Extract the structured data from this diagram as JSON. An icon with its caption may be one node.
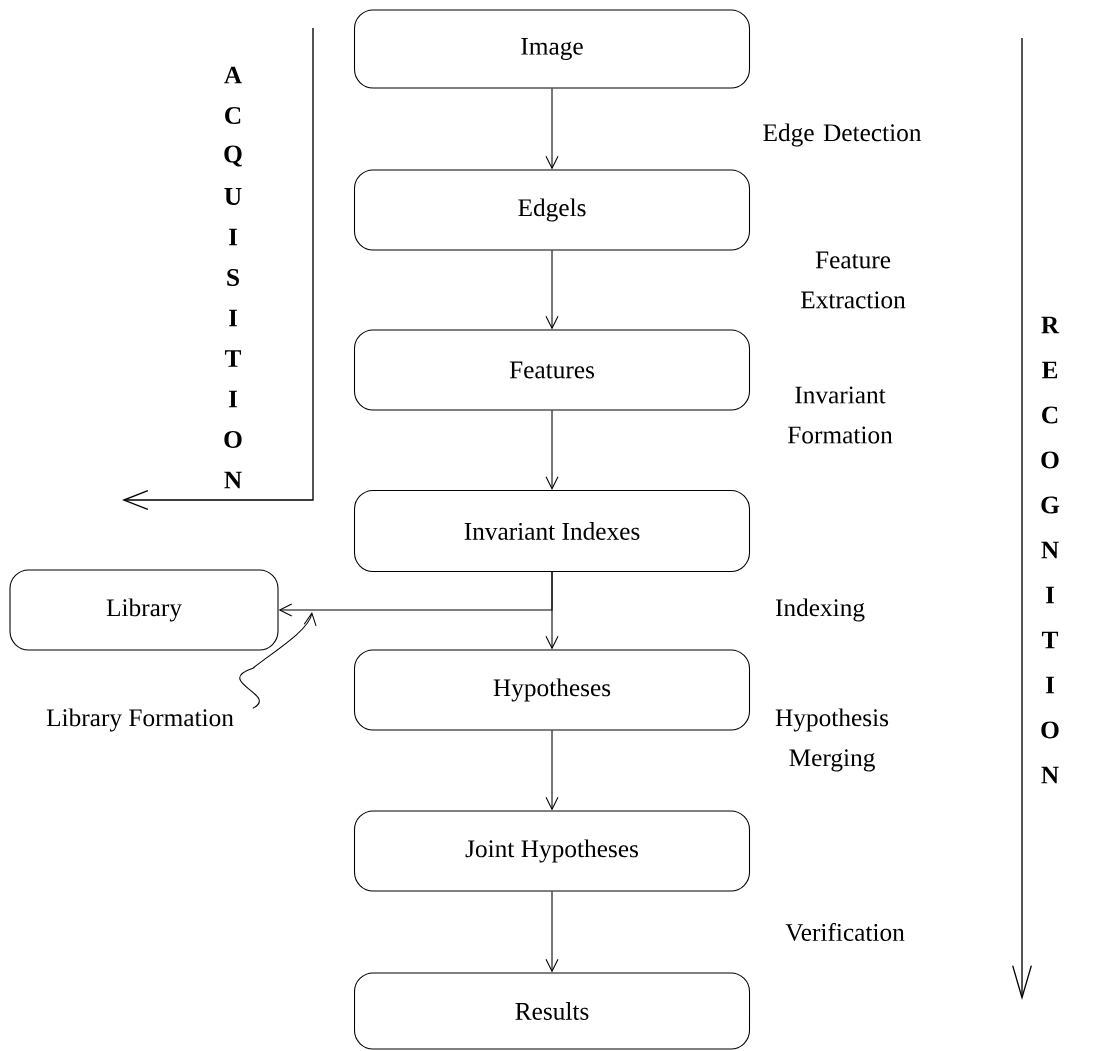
{
  "diagram": {
    "nodes": [
      {
        "text": [
          "Image"
        ]
      },
      {
        "text": [
          "Edgels"
        ]
      },
      {
        "text": [
          "Features"
        ]
      },
      {
        "text": [
          "Invariant Indexes"
        ]
      },
      {
        "text": [
          "Library"
        ]
      },
      {
        "text": [
          "Hypotheses"
        ]
      },
      {
        "text": [
          "Joint Hypotheses"
        ]
      },
      {
        "text": [
          "Results"
        ]
      },
      {
        "text": [
          "Library Formation"
        ]
      }
    ],
    "edges": [
      {
        "from": 0,
        "to": 1,
        "arrow": "to"
      },
      {
        "from": 1,
        "to": 2,
        "arrow": "to"
      },
      {
        "from": 2,
        "to": 3,
        "arrow": "to"
      },
      {
        "from": 3,
        "to": 5,
        "arrow": "to"
      },
      {
        "from": 3,
        "to": 4,
        "arrow": "to"
      },
      {
        "from": 8,
        "to": null,
        "arrow": "to"
      },
      {
        "from": 5,
        "to": 6,
        "arrow": "to"
      },
      {
        "from": 6,
        "to": 7,
        "arrow": "to"
      }
    ],
    "labels": [
      "A",
      "C",
      "Q",
      "U",
      "I",
      "S",
      "I",
      "T",
      "I",
      "O",
      "N",
      "Edge Detection",
      "Feature Extraction",
      "Invariant Formation",
      "Indexing",
      "Hypothesis Merging",
      "Verification",
      "R",
      "E",
      "C",
      "O",
      "G",
      "N",
      "I",
      "T",
      "I",
      "O",
      "N"
    ]
  }
}
